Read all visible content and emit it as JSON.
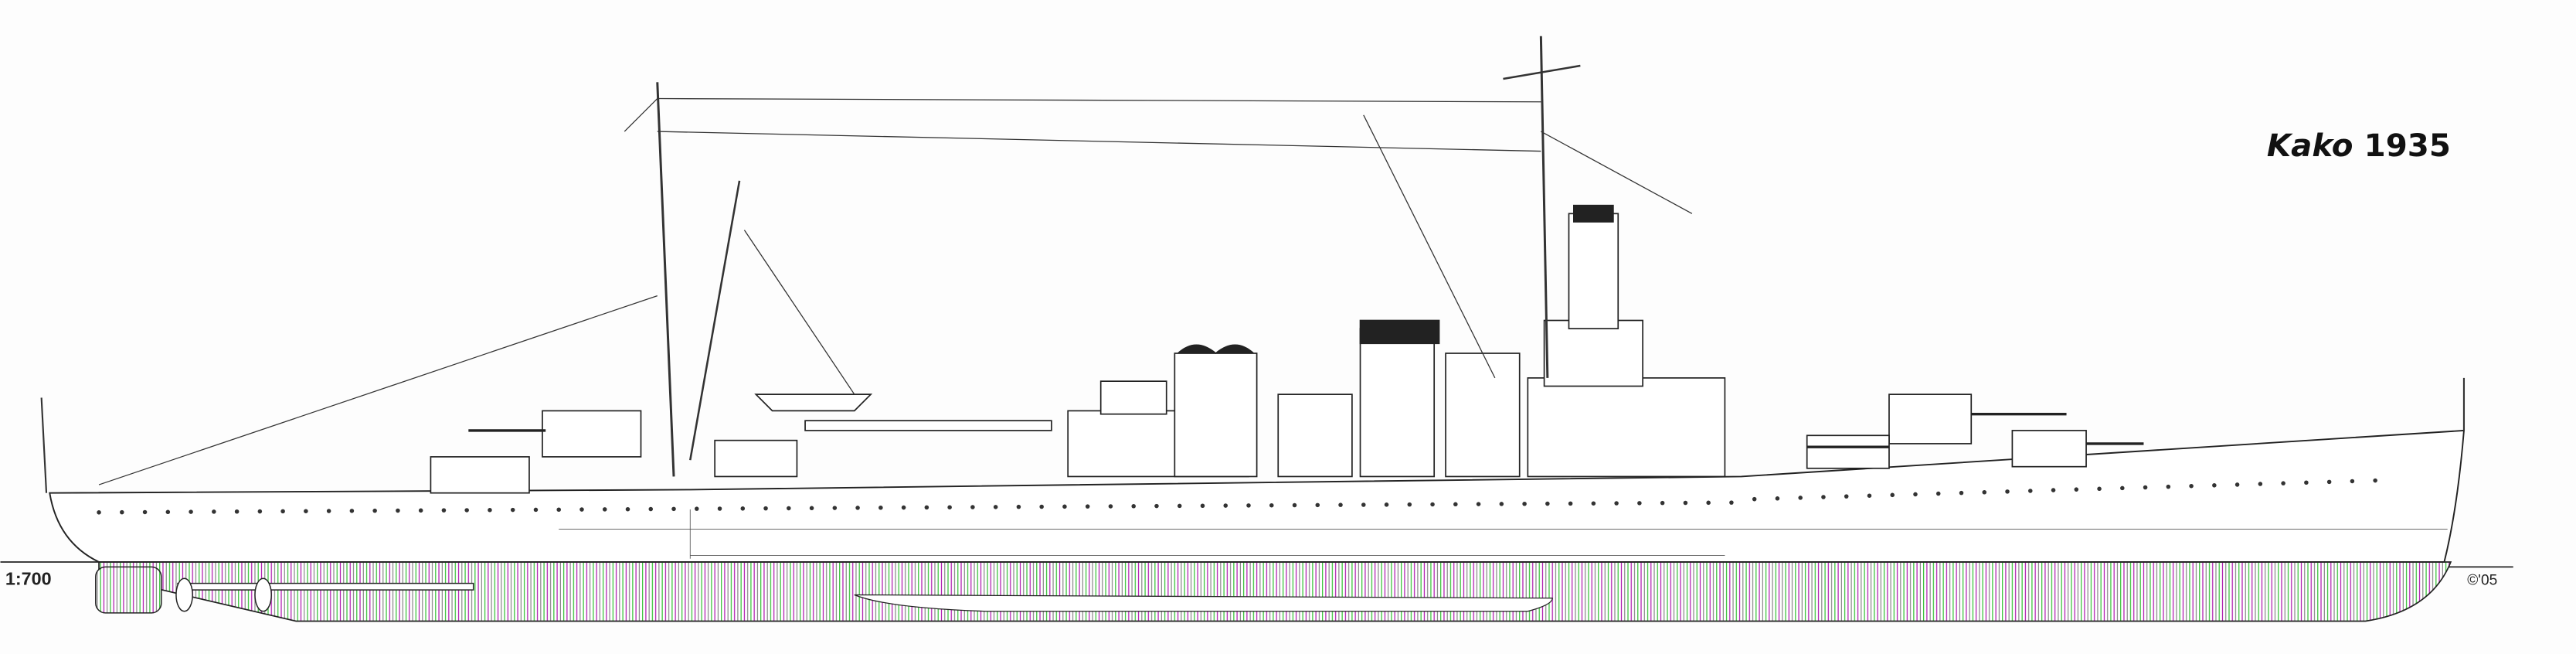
{
  "title": {
    "name": "Kako",
    "year": "1935"
  },
  "scale_label": "1:700",
  "copyright": "©'05",
  "colors": {
    "line": "#222222",
    "hatch_green": "#3cc23c",
    "hatch_magenta": "#b020b0",
    "background": "#fdfdfd"
  }
}
